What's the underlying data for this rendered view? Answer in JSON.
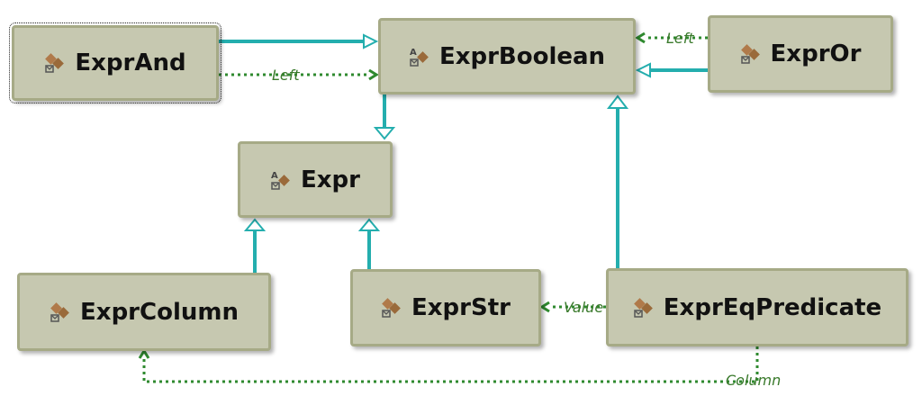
{
  "diagram": {
    "nodes": [
      {
        "id": "exprand",
        "label": "ExprAnd",
        "icon": "class-icon",
        "selected": true
      },
      {
        "id": "exprboolean",
        "label": "ExprBoolean",
        "icon": "abstract-class-icon",
        "selected": false
      },
      {
        "id": "expror",
        "label": "ExprOr",
        "icon": "class-icon",
        "selected": false
      },
      {
        "id": "expr",
        "label": "Expr",
        "icon": "abstract-class-icon",
        "selected": false
      },
      {
        "id": "exprcolumn",
        "label": "ExprColumn",
        "icon": "class-icon",
        "selected": false
      },
      {
        "id": "exprstr",
        "label": "ExprStr",
        "icon": "class-icon",
        "selected": false
      },
      {
        "id": "expreqpredicate",
        "label": "ExprEqPredicate",
        "icon": "class-icon",
        "selected": false
      }
    ],
    "edges": [
      {
        "from": "ExprAnd",
        "to": "ExprBoolean",
        "kind": "inheritance",
        "label": ""
      },
      {
        "from": "ExprAnd",
        "to": "ExprBoolean",
        "kind": "association",
        "label": "Left"
      },
      {
        "from": "ExprOr",
        "to": "ExprBoolean",
        "kind": "inheritance",
        "label": ""
      },
      {
        "from": "ExprOr",
        "to": "ExprBoolean",
        "kind": "association",
        "label": "Left"
      },
      {
        "from": "ExprBoolean",
        "to": "Expr",
        "kind": "inheritance",
        "label": ""
      },
      {
        "from": "ExprColumn",
        "to": "Expr",
        "kind": "inheritance",
        "label": ""
      },
      {
        "from": "ExprStr",
        "to": "Expr",
        "kind": "inheritance",
        "label": ""
      },
      {
        "from": "ExprEqPredicate",
        "to": "ExprBoolean",
        "kind": "inheritance",
        "label": ""
      },
      {
        "from": "ExprEqPredicate",
        "to": "ExprStr",
        "kind": "association",
        "label": "Value"
      },
      {
        "from": "ExprEqPredicate",
        "to": "ExprColumn",
        "kind": "association",
        "label": "Column"
      }
    ],
    "colors": {
      "inheritance": "#24aeae",
      "association": "#2f8a2f",
      "node_fill": "#c6c8b0",
      "node_border": "#a6aa86",
      "label_text": "#3a7a2c"
    }
  }
}
